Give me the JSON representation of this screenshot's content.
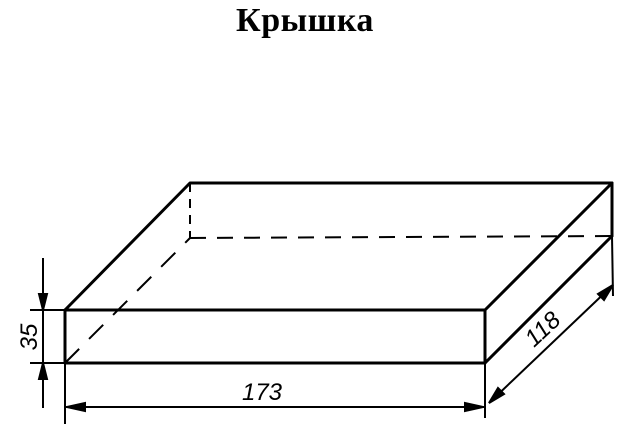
{
  "title": "Крышка",
  "drawing": {
    "object": "box-lid-isometric",
    "line_color": "#000000",
    "background": "#ffffff",
    "dimensions": {
      "height": "35",
      "length": "173",
      "width": "118"
    }
  }
}
